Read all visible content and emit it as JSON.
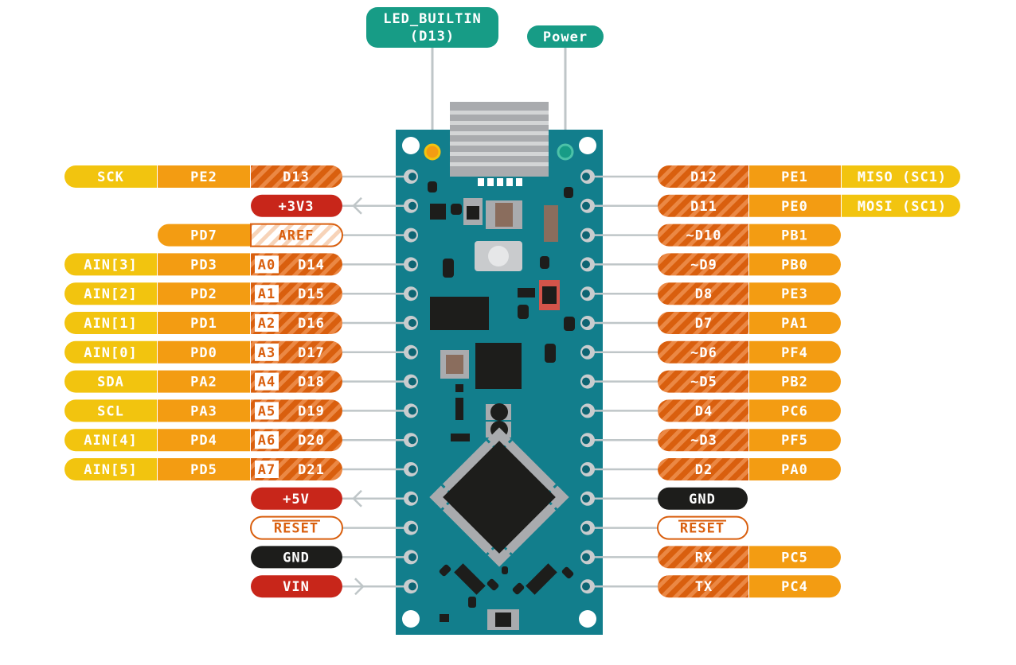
{
  "colors": {
    "teal_label": "#179c86",
    "board": "#127e8c",
    "board_dark": "#0d6472",
    "pin_orange": "#d95f0e",
    "pin_orange_light": "#eb8844",
    "port_orange": "#f39c12",
    "alt_yellow": "#f2c40f",
    "power_red": "#c8261a",
    "gnd_black": "#1d1d1b",
    "reset_text": "#d95f0e"
  },
  "top_labels": {
    "led_builtin": "LED_BUILTIN",
    "led_pin": "(D13)",
    "power": "Power"
  },
  "left_pins": [
    {
      "alt": "SCK",
      "port": "PE2",
      "analog": "",
      "digital": "D13",
      "kind": "digital"
    },
    {
      "alt": "",
      "port": "",
      "analog": "",
      "digital": "+3V3",
      "kind": "power",
      "arrow": "out"
    },
    {
      "alt": "",
      "port": "PD7",
      "analog": "",
      "digital": "AREF",
      "kind": "aref"
    },
    {
      "alt": "AIN[3]",
      "port": "PD3",
      "analog": "A0",
      "digital": "D14",
      "kind": "analog"
    },
    {
      "alt": "AIN[2]",
      "port": "PD2",
      "analog": "A1",
      "digital": "D15",
      "kind": "analog"
    },
    {
      "alt": "AIN[1]",
      "port": "PD1",
      "analog": "A2",
      "digital": "D16",
      "kind": "analog"
    },
    {
      "alt": "AIN[0]",
      "port": "PD0",
      "analog": "A3",
      "digital": "D17",
      "kind": "analog"
    },
    {
      "alt": "SDA",
      "port": "PA2",
      "analog": "A4",
      "digital": "D18",
      "kind": "analog"
    },
    {
      "alt": "SCL",
      "port": "PA3",
      "analog": "A5",
      "digital": "D19",
      "kind": "analog"
    },
    {
      "alt": "AIN[4]",
      "port": "PD4",
      "analog": "A6",
      "digital": "D20",
      "kind": "analog"
    },
    {
      "alt": "AIN[5]",
      "port": "PD5",
      "analog": "A7",
      "digital": "D21",
      "kind": "analog"
    },
    {
      "alt": "",
      "port": "",
      "analog": "",
      "digital": "+5V",
      "kind": "power",
      "arrow": "out"
    },
    {
      "alt": "",
      "port": "",
      "analog": "",
      "digital": "RESET",
      "kind": "reset"
    },
    {
      "alt": "",
      "port": "",
      "analog": "",
      "digital": "GND",
      "kind": "gnd"
    },
    {
      "alt": "",
      "port": "",
      "analog": "",
      "digital": "VIN",
      "kind": "power",
      "arrow": "in"
    }
  ],
  "right_pins": [
    {
      "digital": "D12",
      "port": "PE1",
      "alt": "MISO (SC1)",
      "kind": "digital"
    },
    {
      "digital": "D11",
      "port": "PE0",
      "alt": "MOSI (SC1)",
      "kind": "digital"
    },
    {
      "digital": "~D10",
      "port": "PB1",
      "alt": "",
      "kind": "digital"
    },
    {
      "digital": "~D9",
      "port": "PB0",
      "alt": "",
      "kind": "digital"
    },
    {
      "digital": "D8",
      "port": "PE3",
      "alt": "",
      "kind": "digital"
    },
    {
      "digital": "D7",
      "port": "PA1",
      "alt": "",
      "kind": "digital"
    },
    {
      "digital": "~D6",
      "port": "PF4",
      "alt": "",
      "kind": "digital"
    },
    {
      "digital": "~D5",
      "port": "PB2",
      "alt": "",
      "kind": "digital"
    },
    {
      "digital": "D4",
      "port": "PC6",
      "alt": "",
      "kind": "digital"
    },
    {
      "digital": "~D3",
      "port": "PF5",
      "alt": "",
      "kind": "digital"
    },
    {
      "digital": "D2",
      "port": "PA0",
      "alt": "",
      "kind": "digital"
    },
    {
      "digital": "GND",
      "port": "",
      "alt": "",
      "kind": "gnd"
    },
    {
      "digital": "RESET",
      "port": "",
      "alt": "",
      "kind": "reset"
    },
    {
      "digital": "RX",
      "port": "PC5",
      "alt": "",
      "kind": "digital"
    },
    {
      "digital": "TX",
      "port": "PC4",
      "alt": "",
      "kind": "digital"
    }
  ]
}
